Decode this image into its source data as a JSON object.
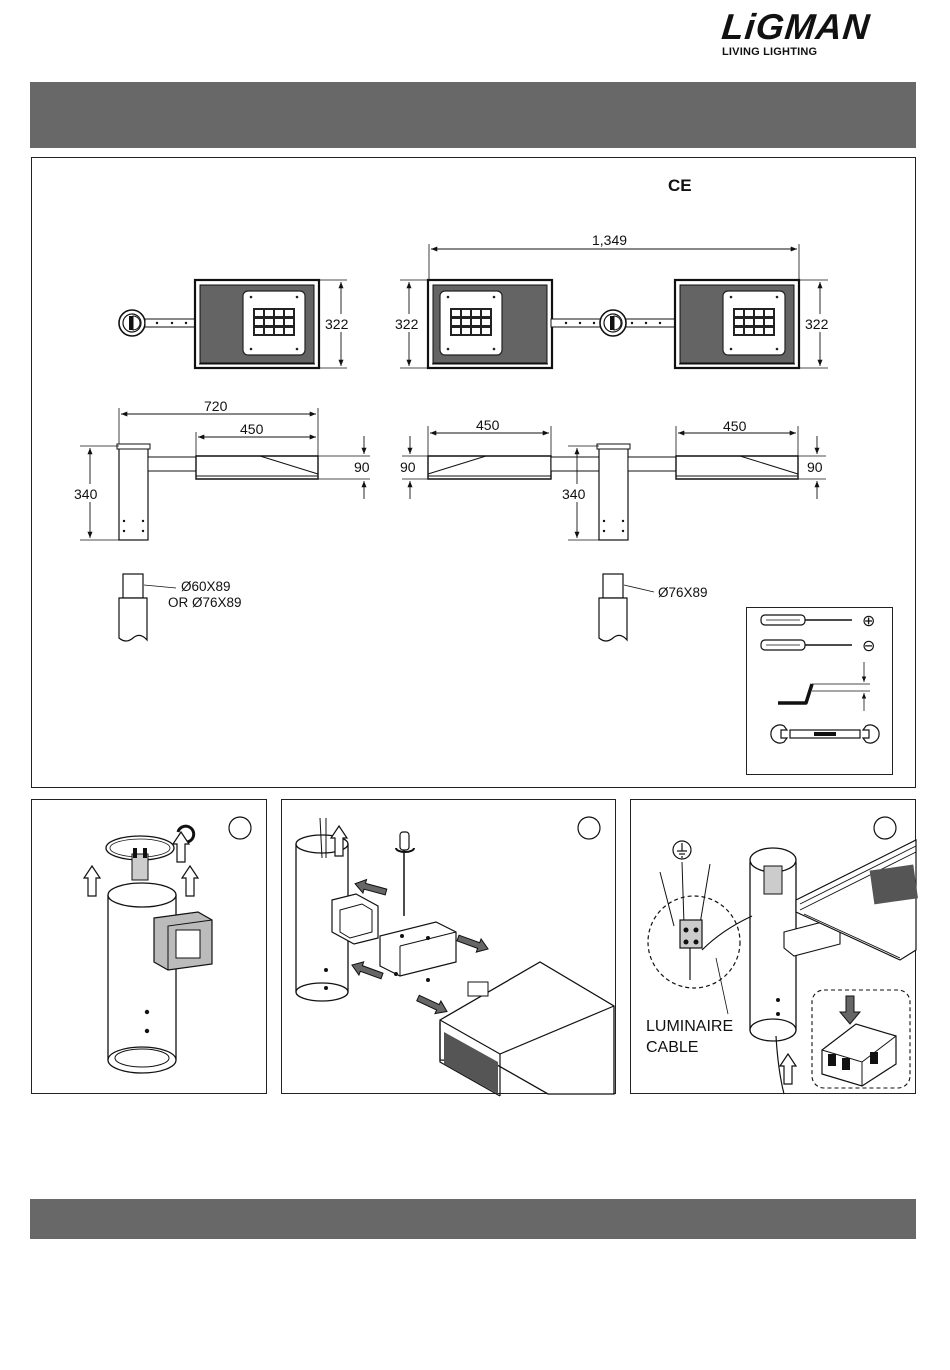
{
  "brand": {
    "name": "LiGMAN",
    "tagline": "LIVING LIGHTING"
  },
  "certification": {
    "mark": "CE"
  },
  "dimensions": {
    "single_height": "322",
    "double_span": "1,349",
    "double_height_left": "322",
    "double_height_right": "322",
    "single_length": "720",
    "single_head_length": "450",
    "single_head_depth": "90",
    "single_post_height": "340",
    "double_head_left": "450",
    "double_head_right": "450",
    "double_depth_left": "90",
    "double_depth_right": "90",
    "double_post_height": "340"
  },
  "spigot": {
    "single_size_a": "Ø60X89",
    "single_size_b": "OR Ø76X89",
    "double_size": "Ø76X89"
  },
  "tools": {
    "phillips_symbol": "⊕",
    "flat_symbol": "⊖",
    "icons": [
      "phillips-screwdriver-icon",
      "flat-screwdriver-icon",
      "allen-key-icon",
      "wrench-icon"
    ]
  },
  "steps": {
    "cable_label_line1": "LUMINAIRE",
    "cable_label_line2": "CABLE"
  }
}
